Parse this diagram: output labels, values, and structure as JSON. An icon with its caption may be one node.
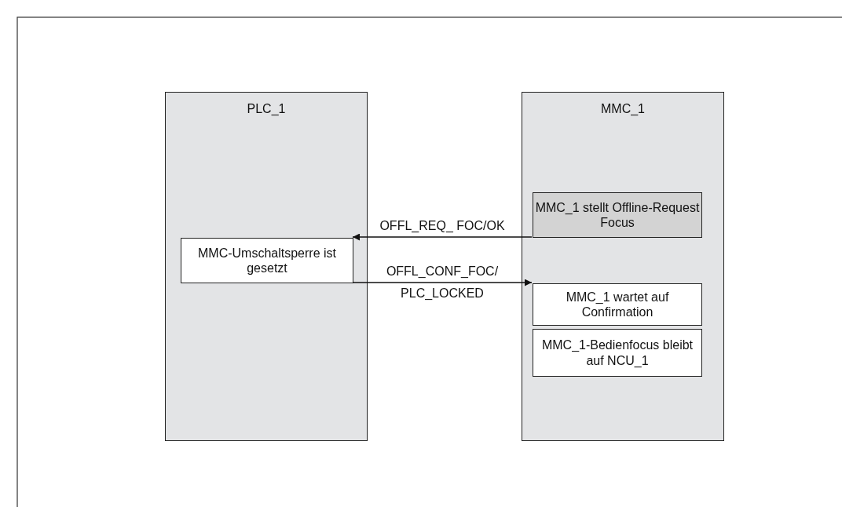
{
  "diagram": {
    "nodes": [
      {
        "text": [
          "PLC_1"
        ]
      },
      {
        "text": [
          "MMC_1"
        ]
      },
      {
        "text": [
          "MMC-Umschaltsperre ist gesetzt"
        ],
        "in": 0
      },
      {
        "text": [
          "MMC_1 stellt Offline-Request Focus"
        ],
        "in": 1
      },
      {
        "text": [
          "MMC_1 wartet auf Confirmation"
        ],
        "in": 1
      },
      {
        "text": [
          "MMC_1-Bedienfocus bleibt auf NCU_1"
        ],
        "in": 1
      }
    ],
    "edges": [
      {
        "from": 3,
        "to": 2,
        "arrow": "to",
        "label": "OFFL_REQ_ FOC/OK"
      },
      {
        "from": 2,
        "to": 4,
        "arrow": "to",
        "label": "OFFL_CONF_FOC/ PLC_LOCKED"
      }
    ]
  }
}
